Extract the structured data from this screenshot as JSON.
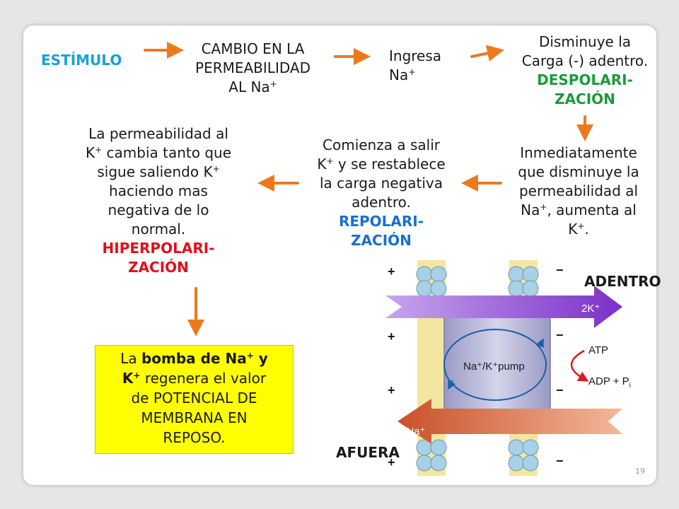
{
  "flow": {
    "stimulus": "ESTÍMULO",
    "permeability_change": {
      "line1": "CAMBIO EN LA",
      "line2": "PERMEABILIDAD",
      "line3": "AL Na"
    },
    "na_entry": {
      "line1": "Ingresa",
      "line2": "Na"
    },
    "depolarization": {
      "line1": "Disminuye la",
      "line2": "Carga (-) adentro.",
      "term1": "DESPOLARI-",
      "term2": "ZACIÓN"
    },
    "permeability_swap": {
      "line1": "Inmediatamente",
      "line2": "que disminuye la",
      "line3": "permeabilidad al",
      "line4a": "Na",
      "line4b": ", aumenta al",
      "line5a": "K",
      "line5b": "."
    },
    "repolarization": {
      "line1": "Comienza a salir",
      "line2a": "K",
      "line2b": " y se restablece",
      "line3": "la carga negativa",
      "line4": "adentro.",
      "term1": "REPOLARI-",
      "term2": "ZACIÓN"
    },
    "hyperpolarization": {
      "line1": "La permeabilidad al",
      "line2a": "K",
      "line2b": " cambia tanto que",
      "line3a": "sigue saliendo K",
      "line4": "haciendo mas",
      "line5": "negativa de lo",
      "line6": "normal.",
      "term1": "HIPERPOLARI-",
      "term2": "ZACIÓN"
    }
  },
  "pump_box": {
    "part1": "La ",
    "bold1": "bomba de Na",
    "bold2": " y",
    "bold3": "K",
    "part2": " regenera el valor",
    "line3": "de POTENCIAL DE",
    "line4": "MEMBRANA EN",
    "line5": "REPOSO."
  },
  "superscript_plus": "+",
  "figure": {
    "inside_label": "ADENTRO",
    "outside_label": "AFUERA",
    "pump_label": "Na⁺/K⁺pump",
    "potassium_label": "2K⁺",
    "sodium_label": "3Na⁺",
    "atp_label": "ATP",
    "adp_label": "ADP + P",
    "adp_subscript": "i",
    "plus_sign": "+",
    "minus_sign": "−"
  },
  "page_number": "19",
  "colors": {
    "arrow": "#ec7a1c",
    "stimulus": "#1aa0d8",
    "depolarization": "#1a9a3a",
    "repolarization": "#1a6fd0",
    "hyperpolarization": "#e0101a",
    "highlight_box": "#ffff00",
    "potassium_arrow": "#8a3fd0",
    "sodium_arrow": "#d8603a",
    "pump_body": "#b8b8d8"
  }
}
